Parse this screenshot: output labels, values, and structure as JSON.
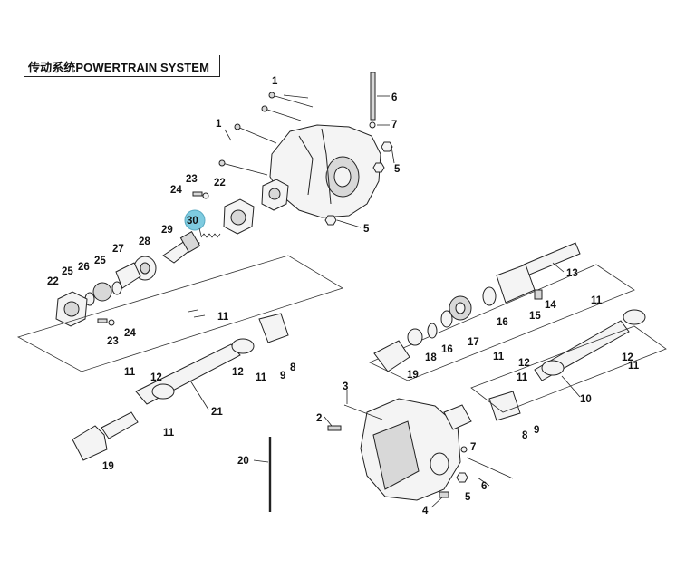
{
  "title": "传动系统POWERTRAIN SYSTEM",
  "highlight_color": "#7ecbe0",
  "callouts": [
    {
      "id": "c1a",
      "label": "1"
    },
    {
      "id": "c1b",
      "label": "1"
    },
    {
      "id": "c6a",
      "label": "6"
    },
    {
      "id": "c7a",
      "label": "7"
    },
    {
      "id": "c5a",
      "label": "5"
    },
    {
      "id": "c5b",
      "label": "5"
    },
    {
      "id": "c23a",
      "label": "23"
    },
    {
      "id": "c24a",
      "label": "24"
    },
    {
      "id": "c22a",
      "label": "22"
    },
    {
      "id": "c30",
      "label": "30"
    },
    {
      "id": "c29",
      "label": "29"
    },
    {
      "id": "c28",
      "label": "28"
    },
    {
      "id": "c27",
      "label": "27"
    },
    {
      "id": "c26",
      "label": "26"
    },
    {
      "id": "c25a",
      "label": "25"
    },
    {
      "id": "c25b",
      "label": "25"
    },
    {
      "id": "c22b",
      "label": "22"
    },
    {
      "id": "c23b",
      "label": "23"
    },
    {
      "id": "c24b",
      "label": "24"
    },
    {
      "id": "c13",
      "label": "13"
    },
    {
      "id": "c14",
      "label": "14"
    },
    {
      "id": "c15",
      "label": "15"
    },
    {
      "id": "c16a",
      "label": "16"
    },
    {
      "id": "c17",
      "label": "17"
    },
    {
      "id": "c16b",
      "label": "16"
    },
    {
      "id": "c18",
      "label": "18"
    },
    {
      "id": "c19a",
      "label": "19"
    },
    {
      "id": "c11a",
      "label": "11"
    },
    {
      "id": "c12a",
      "label": "12"
    },
    {
      "id": "c11b",
      "label": "11"
    },
    {
      "id": "c10",
      "label": "10"
    },
    {
      "id": "c11c",
      "label": "11"
    },
    {
      "id": "c12b",
      "label": "12"
    },
    {
      "id": "c11d",
      "label": "11"
    },
    {
      "id": "c8a",
      "label": "8"
    },
    {
      "id": "c9a",
      "label": "9"
    },
    {
      "id": "c11e",
      "label": "11"
    },
    {
      "id": "c12c",
      "label": "12"
    },
    {
      "id": "c11f",
      "label": "11"
    },
    {
      "id": "c9b",
      "label": "9"
    },
    {
      "id": "c8b",
      "label": "8"
    },
    {
      "id": "c11g",
      "label": "11"
    },
    {
      "id": "c12d",
      "label": "12"
    },
    {
      "id": "c11h",
      "label": "11"
    },
    {
      "id": "c21",
      "label": "21"
    },
    {
      "id": "c19b",
      "label": "19"
    },
    {
      "id": "c3",
      "label": "3"
    },
    {
      "id": "c2",
      "label": "2"
    },
    {
      "id": "c20",
      "label": "20"
    },
    {
      "id": "c6b",
      "label": "6"
    },
    {
      "id": "c7b",
      "label": "7"
    },
    {
      "id": "c5c",
      "label": "5"
    },
    {
      "id": "c4",
      "label": "4"
    }
  ]
}
